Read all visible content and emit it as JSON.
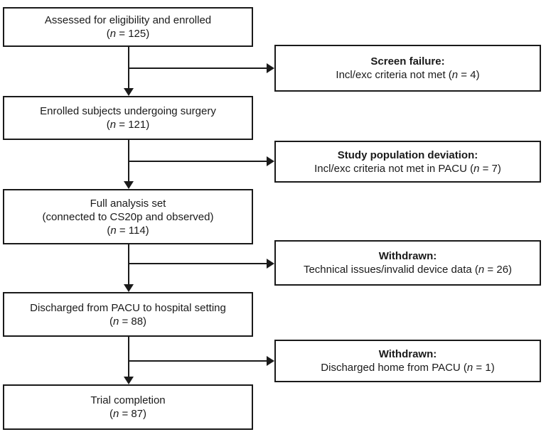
{
  "colors": {
    "background": "#ffffff",
    "line": "#1a1a1a",
    "text": "#1a1a1a"
  },
  "flow_boxes": [
    {
      "name": "assessed-enrolled",
      "lines": [
        "Assessed for eligibility and enrolled",
        "(n = 125)"
      ]
    },
    {
      "name": "enrolled-surgery",
      "lines": [
        "Enrolled subjects undergoing surgery",
        "(n = 121)"
      ]
    },
    {
      "name": "full-analysis-set",
      "lines": [
        "Full analysis set",
        "(connected to CS20p and observed)",
        "(n = 114)"
      ]
    },
    {
      "name": "discharged-pacu",
      "lines": [
        "Discharged from PACU to hospital setting",
        "(n = 88)"
      ]
    },
    {
      "name": "trial-completion",
      "lines": [
        "Trial completion",
        "(n = 87)"
      ]
    }
  ],
  "exclusion_boxes": [
    {
      "name": "screen-failure",
      "title": "Screen failure:",
      "detail": "Incl/exc criteria not met (n = 4)"
    },
    {
      "name": "study-population-deviation",
      "title": "Study population deviation:",
      "detail": "Incl/exc criteria not met in PACU (n = 7)"
    },
    {
      "name": "withdrawn-technical",
      "title": "Withdrawn:",
      "detail": "Technical issues/invalid device data (n = 26)"
    },
    {
      "name": "withdrawn-discharged-home",
      "title": "Withdrawn:",
      "detail": "Discharged home from PACU (n = 1)"
    }
  ]
}
